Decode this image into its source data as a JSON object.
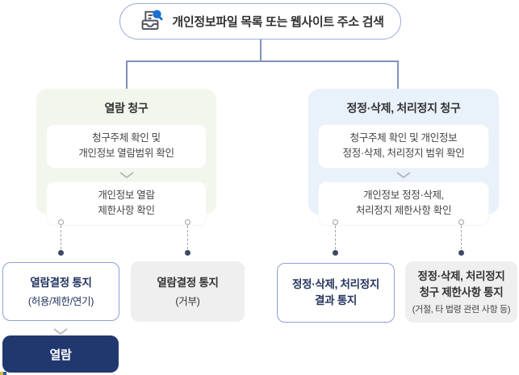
{
  "header": {
    "title": "개인정보파일 목록 또는 웹사이트 주소 검색"
  },
  "panels": {
    "access": {
      "title": "열람 청구",
      "step1": {
        "line1": "청구주체 확인 및",
        "line2": "개인정보 열람범위 확인"
      },
      "step2": {
        "line1": "개인정보 열람",
        "line2": "제한사항 확인"
      }
    },
    "correction": {
      "title": "정정·삭제, 처리정지 청구",
      "step1": {
        "line1": "청구주체 확인 및 개인정보",
        "line2": "정정·삭제, 처리정지 범위 확인"
      },
      "step2": {
        "line1": "개인정보 정정·삭제,",
        "line2": "처리정지 제한사항 확인"
      }
    }
  },
  "outcomes": {
    "access_decision": {
      "title": "열람결정 통지",
      "subtitle": "(허용/제한/연기)"
    },
    "access_denial": {
      "title": "열람결정 통지",
      "subtitle": "(거부)"
    },
    "correction_result": {
      "line1": "정정·삭제, 처리정지",
      "line2": "결과 통지"
    },
    "correction_restriction": {
      "line1": "정정·삭제, 처리정지",
      "line2": "청구 제한사항 통지",
      "subtitle": "(거절, 타 법령 관련 사항 등)"
    }
  },
  "final_action": {
    "label": "열람"
  },
  "icons": {
    "file_search": "file-search-icon",
    "chevron_down": "chevron-down-icon",
    "connector_ring": "connector-ring-icon",
    "connector_dot": "connector-dot-icon"
  },
  "colors": {
    "accent_navy": "#21386e",
    "panel_access_bg": "#f3f6ec",
    "panel_correction_bg": "#e9f1fb",
    "connector_blue": "#8091bd",
    "outline_blue": "#8ba2d2",
    "pill_border": "#9aaedd",
    "neutral_box_bg": "#efefef",
    "icon_blue": "#1a6fd4",
    "text_navy": "#25355e",
    "text_dark": "#333333"
  }
}
